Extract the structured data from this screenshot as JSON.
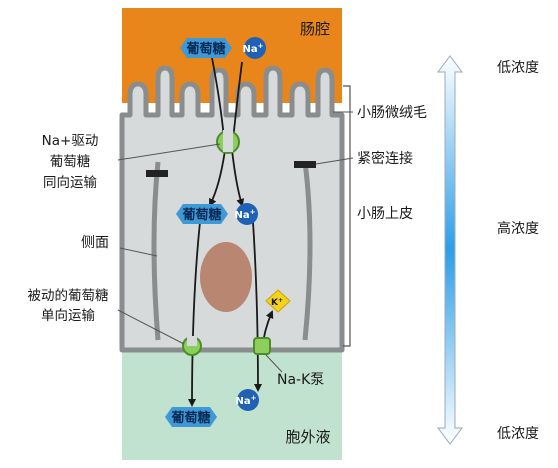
{
  "regions": {
    "lumen": "肠腔",
    "extracellular": "胞外液"
  },
  "labels": {
    "microvilli": "小肠微绒毛",
    "tight_junction": "紧密连接",
    "epithelium": "小肠上皮",
    "lateral_side": "侧面",
    "symporter": [
      "Na+驱动",
      "葡萄糖",
      "同向运输"
    ],
    "uniporter": [
      "被动的葡萄糖",
      "单向运输"
    ],
    "na_k_pump": "Na-K泵"
  },
  "scale": {
    "top": "低浓度",
    "middle": "高浓度",
    "bottom": "低浓度"
  },
  "molecules": {
    "glucose": "葡萄糖",
    "sodium": "Na",
    "sodium_sup": "+",
    "potassium": "K",
    "potassium_sup": "+"
  },
  "colors": {
    "lumen": "#e8861c",
    "cytoplasm": "#d7dadb",
    "extracellular": "#c2e2d0",
    "membrane": "#8a8c8e",
    "glucose": "#3d9ad6",
    "sodium": "#1f62b5",
    "potassium": "#f5d21c",
    "nucleus": "#b98672",
    "transporter": "#8ccf5c",
    "arrow_top": "#4ec4ee",
    "arrow_bottom": "#1a8ad8"
  }
}
